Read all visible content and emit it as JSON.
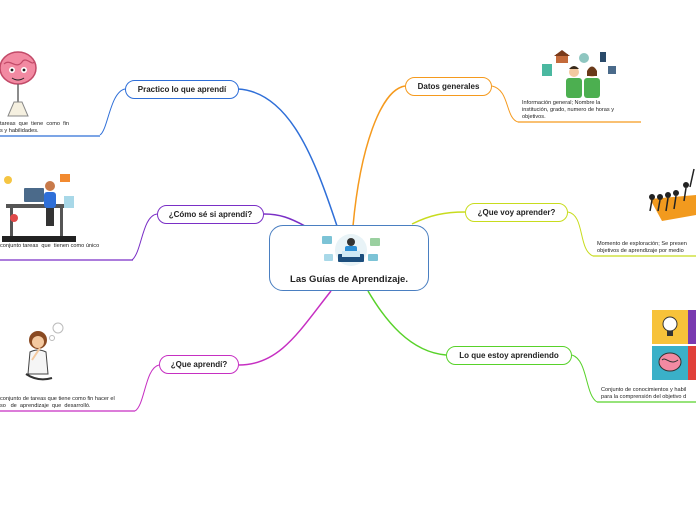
{
  "central": {
    "title": "Las Guías de Aprendizaje."
  },
  "branches": {
    "practico": {
      "label": "Practico lo que aprendí",
      "note": "tareas  que  tiene  como  fin\ns y habilidades.",
      "color": "#2f6fd8"
    },
    "como_se": {
      "label": "¿Cómo sé si aprendí?",
      "note": "conjunto tareas  que  tienen como único",
      "color": "#7a2fc6"
    },
    "que_aprendi": {
      "label": "¿Que aprendí?",
      "note": "conjunto de tareas que tiene como fin hacer el\nso   de  aprendizaje  que  desarrolló.",
      "color": "#c62fc2"
    },
    "datos": {
      "label": "Datos generales",
      "note": "Información general; Nombre la\ninstitución, grado, numero de horas y\nobjetivos.",
      "color": "#f59a1e"
    },
    "que_voy": {
      "label": "¿Que voy aprender?",
      "note": "Momento de exploración; Se presen\nobjetivos de aprendizaje por medio",
      "color": "#c8dc1e"
    },
    "lo_que": {
      "label": "Lo que estoy aprendiendo",
      "note": "Conjunto de conocimientos y habil\npara la comprensión del objetivo d",
      "color": "#58d22a"
    }
  }
}
